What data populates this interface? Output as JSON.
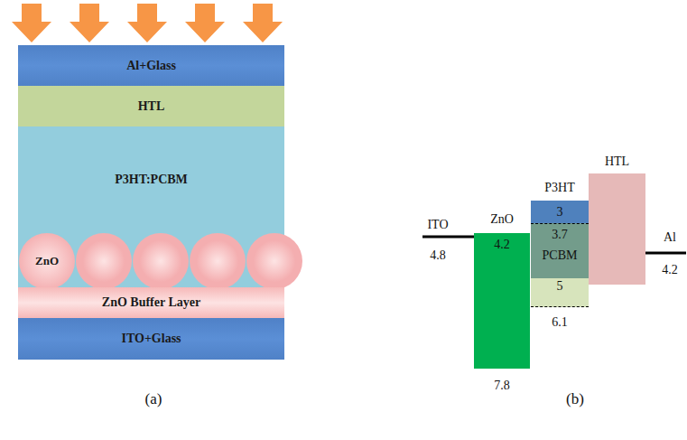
{
  "diagram": {
    "nodes": [
      {
        "text": [
          "Al+Glass"
        ]
      },
      {
        "text": [
          "HTL"
        ]
      },
      {
        "text": [
          "P3HT:PCBM"
        ]
      },
      {
        "text": [
          "ZnO"
        ],
        "in": 2
      },
      {
        "text": [
          "ZnO Buffer Layer"
        ]
      },
      {
        "text": [
          "ITO+Glass"
        ]
      },
      {
        "text": [
          "ZnO",
          "4.2",
          "7.8"
        ]
      },
      {
        "text": [
          "P3HT",
          "3"
        ]
      },
      {
        "text": [
          "3.7",
          "PCBM"
        ]
      },
      {
        "text": [
          "5",
          "6.1"
        ]
      },
      {
        "text": [
          "HTL"
        ]
      }
    ],
    "labels": [
      "(a)",
      "ITO",
      "4.8",
      "Al",
      "4.2",
      "(b)"
    ]
  }
}
